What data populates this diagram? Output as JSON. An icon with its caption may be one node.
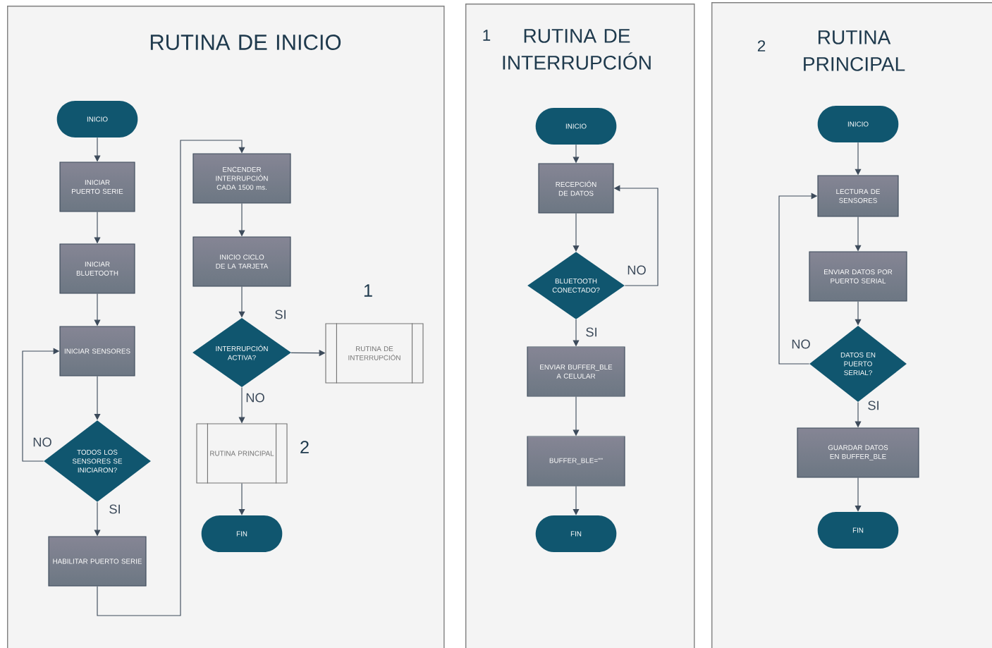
{
  "diagram": {
    "nodes": [
      {
        "text": [
          "RUTINA DE INICIO"
        ]
      },
      {
        "text": [
          "INICIO"
        ],
        "in": 0
      },
      {
        "text": [
          "INICIAR PUERTO SERIE"
        ],
        "in": 0
      },
      {
        "text": [
          "INICIAR BLUETOOTH"
        ],
        "in": 0
      },
      {
        "text": [
          "INICIAR SENSORES"
        ],
        "in": 0
      },
      {
        "text": [
          "TODOS LOS SENSORES SE INICIARON?"
        ],
        "in": 0
      },
      {
        "text": [
          "HABILITAR PUERTO SERIE"
        ],
        "in": 0
      },
      {
        "text": [
          "ENCENDER INTERRUPCIÓN CADA 1500 ms."
        ],
        "in": 0
      },
      {
        "text": [
          "INICIO CICLO DE LA TARJETA"
        ],
        "in": 0
      },
      {
        "text": [
          "INTERRUPCIÓN ACTIVA?"
        ],
        "in": 0
      },
      {
        "text": [
          "RUTINA DE INTERRUPCIÓN"
        ],
        "in": 0,
        "beside": [
          "1"
        ]
      },
      {
        "text": [
          "RUTINA PRINCIPAL"
        ],
        "in": 0,
        "beside": [
          "2"
        ]
      },
      {
        "text": [
          "FIN"
        ],
        "in": 0
      },
      {
        "text": [
          "RUTINA DE INTERRUPCIÓN"
        ]
      },
      {
        "text": [
          "INICIO"
        ],
        "in": 13
      },
      {
        "text": [
          "RECEPCIÓN DE DATOS"
        ],
        "in": 13
      },
      {
        "text": [
          "BLUETOOTH CONECTADO?"
        ],
        "in": 13
      },
      {
        "text": [
          "ENVIAR BUFFER_BLE A CELULAR"
        ],
        "in": 13
      },
      {
        "text": [
          "BUFFER_BLE=\"\""
        ],
        "in": 13
      },
      {
        "text": [
          "FIN"
        ],
        "in": 13
      },
      {
        "text": [
          "RUTINA PRINCIPAL"
        ]
      },
      {
        "text": [
          "INICIO"
        ],
        "in": 20
      },
      {
        "text": [
          "LECTURA DE SENSORES"
        ],
        "in": 20
      },
      {
        "text": [
          "ENVIAR DATOS POR PUERTO SERIAL"
        ],
        "in": 20
      },
      {
        "text": [
          "DATOS EN PUERTO SERIAL?"
        ],
        "in": 20
      },
      {
        "text": [
          "GUARDAR DATOS EN BUFFER_BLE"
        ],
        "in": 20
      },
      {
        "text": [
          "FIN"
        ],
        "in": 20
      }
    ],
    "edges": [
      {
        "from": 1,
        "to": 2,
        "arrow": "to"
      },
      {
        "from": 2,
        "to": 3,
        "arrow": "to"
      },
      {
        "from": 3,
        "to": 4,
        "arrow": "to"
      },
      {
        "from": 4,
        "to": 5,
        "arrow": "to"
      },
      {
        "from": 5,
        "to": 4,
        "arrow": "to",
        "label": "NO"
      },
      {
        "from": 5,
        "to": 6,
        "arrow": "to",
        "label": "SI"
      },
      {
        "from": 6,
        "to": 7,
        "arrow": "to"
      },
      {
        "from": 7,
        "to": 8,
        "arrow": "to"
      },
      {
        "from": 8,
        "to": 9,
        "arrow": "to"
      },
      {
        "from": 9,
        "to": 10,
        "arrow": "to",
        "label": "SI"
      },
      {
        "from": 9,
        "to": 11,
        "arrow": "to",
        "label": "NO"
      },
      {
        "from": 11,
        "to": 12,
        "arrow": "to"
      },
      {
        "from": 14,
        "to": 15,
        "arrow": "to"
      },
      {
        "from": 15,
        "to": 16,
        "arrow": "to"
      },
      {
        "from": 16,
        "to": 15,
        "arrow": "to",
        "label": "NO"
      },
      {
        "from": 16,
        "to": 17,
        "arrow": "to",
        "label": "SI"
      },
      {
        "from": 17,
        "to": 18,
        "arrow": "to"
      },
      {
        "from": 18,
        "to": 19,
        "arrow": "to"
      },
      {
        "from": 21,
        "to": 22,
        "arrow": "to"
      },
      {
        "from": 22,
        "to": 23,
        "arrow": "to"
      },
      {
        "from": 23,
        "to": 24,
        "arrow": "to"
      },
      {
        "from": 24,
        "to": 22,
        "arrow": "to",
        "label": "NO"
      },
      {
        "from": 24,
        "to": 25,
        "arrow": "to",
        "label": "SI"
      },
      {
        "from": 25,
        "to": 26,
        "arrow": "to"
      }
    ],
    "labels": [
      "1",
      "2"
    ]
  }
}
